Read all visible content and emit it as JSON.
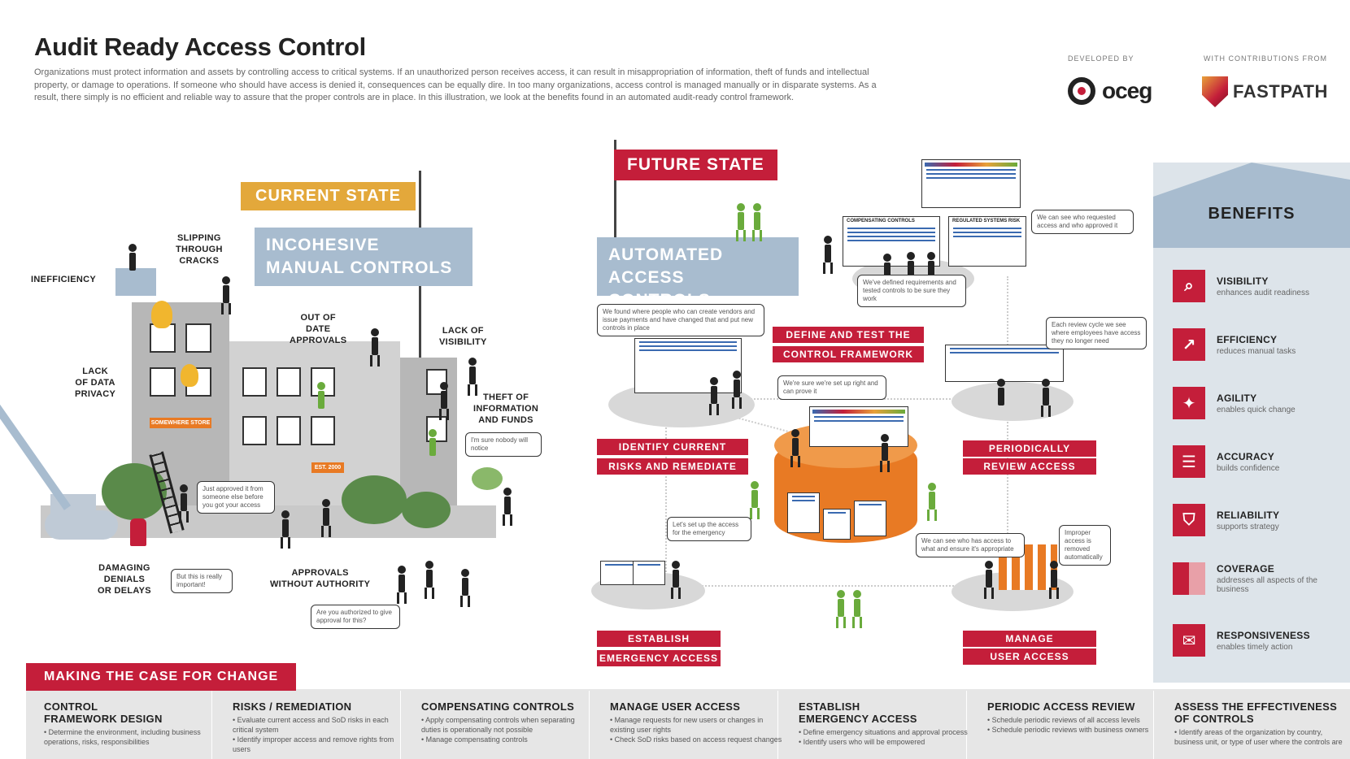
{
  "header": {
    "title": "Audit Ready Access Control",
    "intro": "Organizations must protect information and assets by controlling access to critical systems. If an unauthorized person receives access, it can result in misappropriation of information, theft of funds and intellectual property, or damage to operations. If someone who should have access is denied it, consequences can be equally dire. In too many organizations, access control is managed manually or in disparate systems. As a result, there simply is no efficient and reliable way to assure that the proper controls are in place. In this illustration, we look at the benefits found in an automated audit-ready control framework.",
    "developed_by": "DEVELOPED BY",
    "contributions_from": "WITH CONTRIBUTIONS FROM",
    "oceg": "oceg",
    "fastpath": "FASTPATH"
  },
  "current": {
    "banner": "CURRENT STATE",
    "box_line1": "INCOHESIVE",
    "box_line2": "MANUAL CONTROLS",
    "labels": {
      "inefficiency": "INEFFICIENCY",
      "slipping": "SLIPPING\nTHROUGH\nCRACKS",
      "lack_privacy": "LACK\nOF DATA\nPRIVACY",
      "out_of_date": "OUT OF\nDATE\nAPPROVALS",
      "lack_visibility": "LACK OF\nVISIBILITY",
      "theft": "THEFT OF\nINFORMATION\nAND FUNDS",
      "damaging": "DAMAGING\nDENIALS\nOR DELAYS",
      "approvals_without": "APPROVALS\nWITHOUT AUTHORITY"
    },
    "signs": {
      "store": "SOMEWHERE STORE",
      "est": "EST. 2000"
    },
    "bubbles": {
      "b1": "I'm sure nobody will notice",
      "b2": "Just approved it from someone else before you got your access",
      "b3": "But this is really important!",
      "b4": "Are you authorized to give approval for this?"
    }
  },
  "future": {
    "banner": "FUTURE STATE",
    "box_line1": "AUTOMATED",
    "box_line2": "ACCESS CONTROLS",
    "center_line1": "DEFINE AND TEST THE",
    "center_line2": "CONTROL FRAMEWORK",
    "identify_1": "IDENTIFY CURRENT",
    "identify_2": "RISKS AND REMEDIATE",
    "periodic_1": "PERIODICALLY",
    "periodic_2": "REVIEW ACCESS",
    "emergency_1": "ESTABLISH",
    "emergency_2": "EMERGENCY ACCESS",
    "manage_1": "MANAGE",
    "manage_2": "USER ACCESS",
    "screen_labels": {
      "s1": "COMPENSATING CONTROLS",
      "s2": "REGULATED SYSTEMS RISK"
    },
    "bubbles": {
      "f1": "We found where people who can create vendors and issue payments and have changed that and put new controls in place",
      "f2": "We've defined requirements and tested controls to be sure they work",
      "f3": "We can see who requested access and who approved it",
      "f4": "Each review cycle we see where employees have access they no longer need",
      "f5": "We're sure we're set up right and can prove it",
      "f6": "Let's set up the access for the emergency",
      "f7": "We can see who has access to what and ensure it's appropriate",
      "f8": "Improper access is removed automatically"
    }
  },
  "benefits": {
    "title": "BENEFITS",
    "items": [
      {
        "name": "VISIBILITY",
        "desc": "enhances audit readiness",
        "icon": "magnifier-icon"
      },
      {
        "name": "EFFICIENCY",
        "desc": "reduces manual tasks",
        "icon": "trend-icon"
      },
      {
        "name": "AGILITY",
        "desc": "enables quick change",
        "icon": "runner-icon"
      },
      {
        "name": "ACCURACY",
        "desc": "builds confidence",
        "icon": "document-icon"
      },
      {
        "name": "RELIABILITY",
        "desc": "supports strategy",
        "icon": "shield-icon"
      },
      {
        "name": "COVERAGE",
        "desc": "addresses all aspects of the business",
        "icon": "grid-icon"
      },
      {
        "name": "RESPONSIVENESS",
        "desc": "enables timely action",
        "icon": "chat-icon"
      }
    ]
  },
  "bottom": {
    "banner": "MAKING THE CASE FOR CHANGE",
    "columns": [
      {
        "title": "CONTROL\nFRAMEWORK DESIGN",
        "body": "• Determine the environment, including business operations, risks, responsibilities"
      },
      {
        "title": "RISKS / REMEDIATION",
        "body": "• Evaluate current access and SoD risks in each critical system\n• Identify improper access and remove rights from users"
      },
      {
        "title": "COMPENSATING CONTROLS",
        "body": "• Apply compensating controls when separating duties is operationally not possible\n• Manage compensating controls"
      },
      {
        "title": "MANAGE USER ACCESS",
        "body": "• Manage requests for new users or changes in existing user rights\n• Check SoD risks based on access request changes"
      },
      {
        "title": "ESTABLISH\nEMERGENCY ACCESS",
        "body": "• Define emergency situations and approval process\n• Identify users who will be empowered"
      },
      {
        "title": "PERIODIC ACCESS REVIEW",
        "body": "• Schedule periodic reviews of all access levels\n• Schedule periodic reviews with business owners"
      },
      {
        "title": "ASSESS THE EFFECTIVENESS\nOF CONTROLS",
        "body": "• Identify areas of the organization by country, business unit, or type of user where the controls are"
      }
    ]
  },
  "colors": {
    "red": "#c41e3a",
    "gold": "#e3a83b",
    "steel_blue": "#a8bccf",
    "green": "#6aab3c",
    "orange": "#e87a24"
  }
}
